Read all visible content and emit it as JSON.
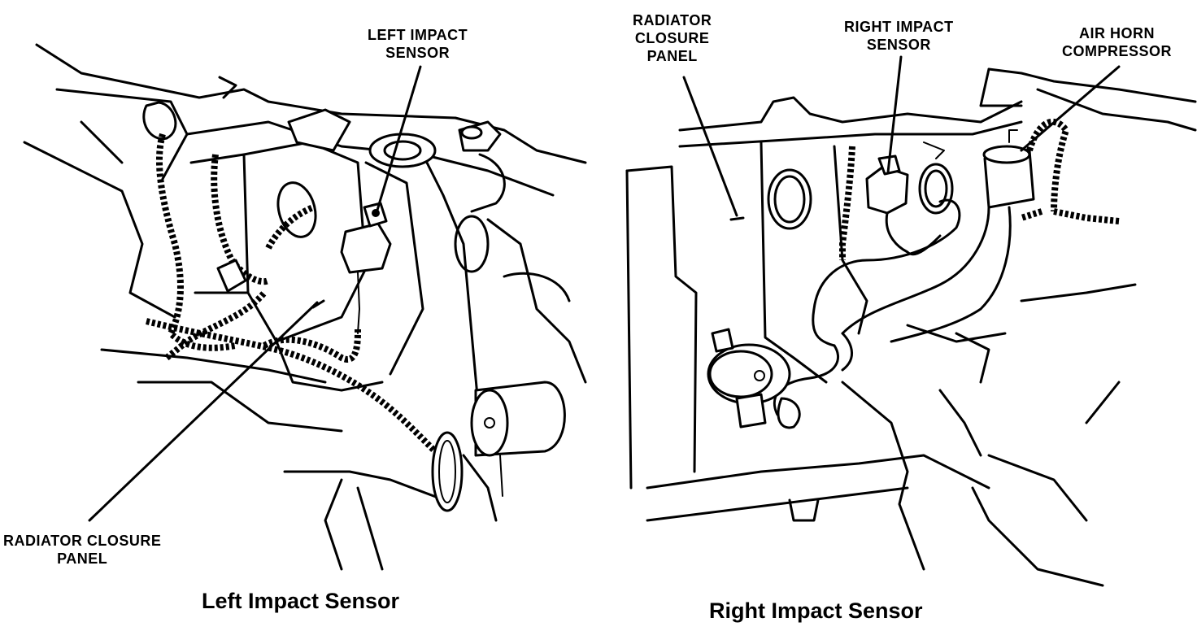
{
  "left_view": {
    "callouts": {
      "sensor": [
        "LEFT IMPACT",
        "SENSOR"
      ],
      "panel": [
        "RADIATOR CLOSURE",
        "PANEL"
      ]
    },
    "caption": "Left Impact Sensor"
  },
  "right_view": {
    "callouts": {
      "panel": [
        "RADIATOR",
        "CLOSURE",
        "PANEL"
      ],
      "sensor": [
        "RIGHT IMPACT",
        "SENSOR"
      ],
      "compressor": [
        "AIR HORN",
        "COMPRESSOR"
      ]
    },
    "caption": "Right Impact Sensor"
  }
}
